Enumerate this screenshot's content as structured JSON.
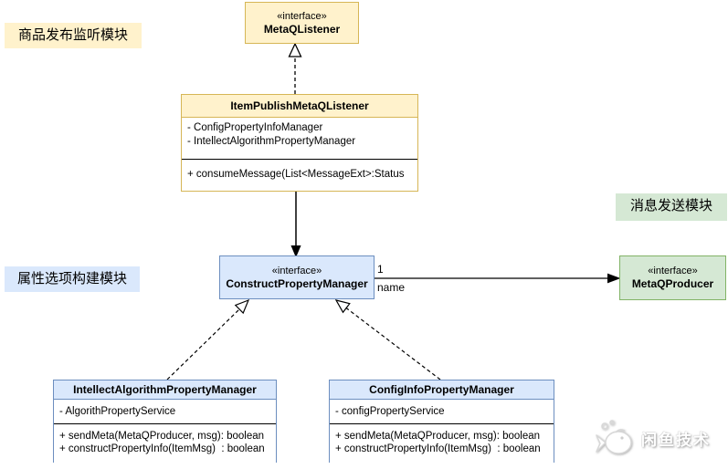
{
  "diagram": {
    "labels": {
      "listener_module": "商品发布监听模块",
      "property_module": "属性选项构建模块",
      "message_module": "消息发送模块"
    },
    "classes": {
      "metaq_listener": {
        "stereotype": "«interface»",
        "name": "MetaQListener"
      },
      "item_publish_listener": {
        "name": "ItemPublishMetaQListener",
        "fields": [
          "- ConfigPropertyInfoManager",
          "- IntellectAlgorithmPropertyManager"
        ],
        "methods": [
          "+ consumeMessage(List<MessageExt>:Status"
        ]
      },
      "construct_property_manager": {
        "stereotype": "«interface»",
        "name": "ConstructPropertyManager"
      },
      "metaq_producer": {
        "stereotype": "«interface»",
        "name": "MetaQProducer"
      },
      "intellect_algorithm_pm": {
        "name": "IntellectAlgorithmPropertyManager",
        "fields": [
          "- AlgorithPropertyService"
        ],
        "methods": [
          "+ sendMeta(MetaQProducer, msg): boolean",
          "+ constructPropertyInfo(ItemMsg)  : boolean"
        ]
      },
      "config_info_pm": {
        "name": "ConfigInfoPropertyManager",
        "fields": [
          "- configPropertyService"
        ],
        "methods": [
          "+ sendMeta(MetaQProducer, msg): boolean",
          "+ constructPropertyInfo(ItemMsg)  : boolean"
        ]
      }
    },
    "edges": {
      "producer_multiplicity": "1",
      "producer_role": "name"
    },
    "watermark": "闲鱼技术",
    "colors": {
      "yellow_fill": "#FFF2CC",
      "yellow_stroke": "#D6B656",
      "blue_fill": "#DAE8FC",
      "blue_stroke": "#6C8EBF",
      "green_fill": "#D5E8D4",
      "green_stroke": "#82B366",
      "line": "#000000"
    }
  }
}
